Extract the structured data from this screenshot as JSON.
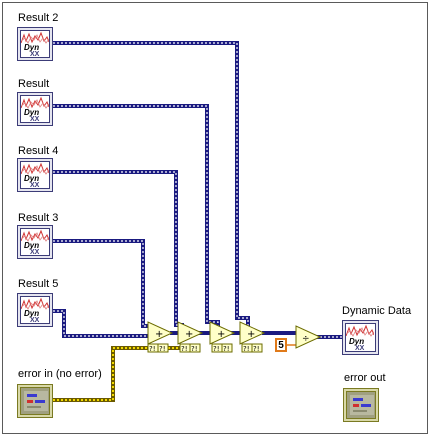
{
  "indicators": {
    "result2": {
      "label": "Result 2"
    },
    "result": {
      "label": "Result"
    },
    "result4": {
      "label": "Result 4"
    },
    "result3": {
      "label": "Result 3"
    },
    "result5": {
      "label": "Result 5"
    },
    "dynamic_data": {
      "label": "Dynamic Data"
    },
    "error_in": {
      "label": "error in (no error)"
    },
    "error_out": {
      "label": "error out"
    }
  },
  "terminal_text": {
    "dbl": "Dyn",
    "xx": "XX"
  },
  "constant": {
    "value": "5"
  },
  "adder_symbol": "+",
  "error_node_text": "?!",
  "colors": {
    "dynamic_wire": "#1a1a80",
    "error_wire": "#c8b400",
    "constant_border": "#e07a1a",
    "node_fill": "#ffffc8"
  }
}
